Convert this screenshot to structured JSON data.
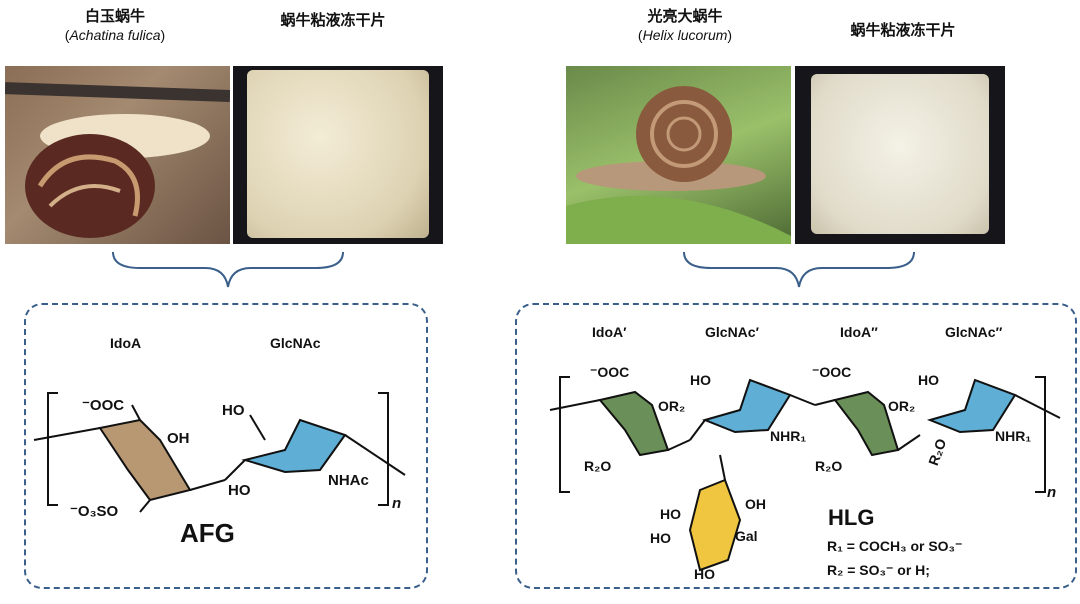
{
  "left": {
    "species_cn": "白玉蜗牛",
    "species_latin": "Achatina fulica",
    "product_cn": "蜗牛粘液冻干片",
    "residues": [
      "IdoA",
      "GlcNAc"
    ],
    "groups": {
      "coo": "⁻OOC",
      "oh1": "OH",
      "ho1": "HO",
      "ho2": "HO",
      "nhac": "NHAc",
      "so3": "⁻O₃SO",
      "n": "n"
    },
    "name": "AFG"
  },
  "right": {
    "species_cn": "光亮大蜗牛",
    "species_latin": "Helix lucorum",
    "product_cn": "蜗牛粘液冻干片",
    "residues": [
      "IdoA′",
      "GlcNAc′",
      "IdoA″",
      "GlcNAc″"
    ],
    "groups": {
      "coo1": "⁻OOC",
      "or2a": "OR₂",
      "r2o1": "R₂O",
      "ho1": "HO",
      "nhr1a": "NHR₁",
      "coo2": "⁻OOC",
      "or2b": "OR₂",
      "r2o2": "R₂O",
      "ho2": "HO",
      "nhr1b": "NHR₁",
      "r2o3": "R₂O",
      "n": "n",
      "gal_oh1": "OH",
      "gal_ho1": "HO",
      "gal_ho2": "HO",
      "gal_ho3": "HO",
      "gal": "Gal"
    },
    "name": "HLG",
    "r1": "R₁ = COCH₃ or SO₃⁻",
    "r2": "R₂ = SO₃⁻ or H;"
  }
}
